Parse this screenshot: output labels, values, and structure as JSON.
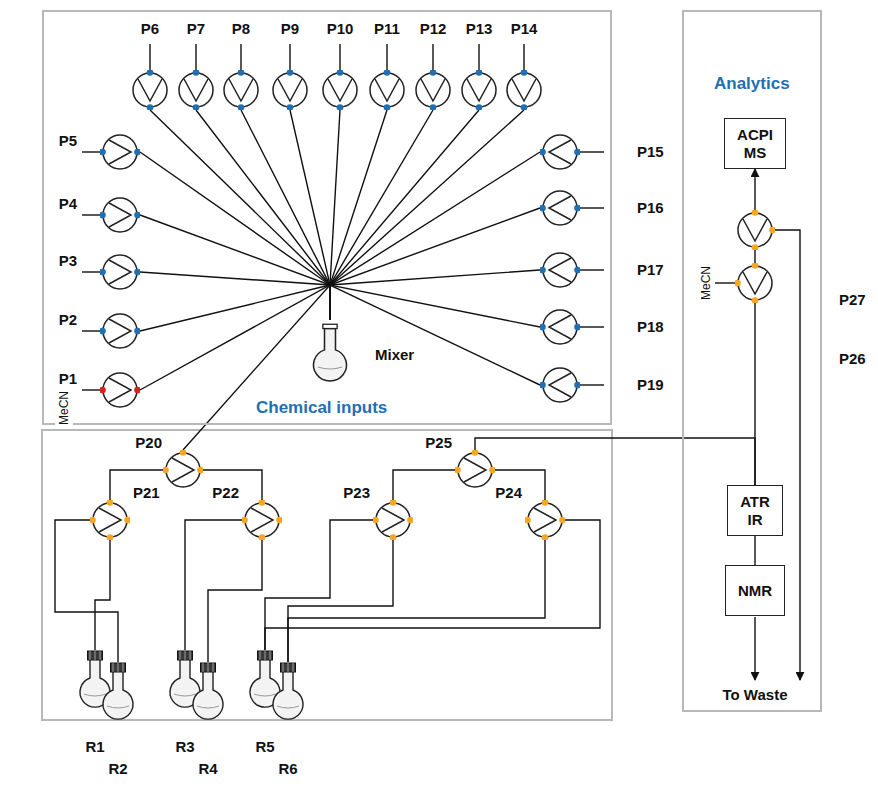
{
  "diagram": {
    "nodes": [
      {
        "text": [
          "Chemical inputs"
        ]
      },
      {
        "text": [
          "P1",
          "MeCN"
        ],
        "in": 0
      },
      {
        "text": [
          "P2"
        ],
        "in": 0
      },
      {
        "text": [
          "P3"
        ],
        "in": 0
      },
      {
        "text": [
          "P4"
        ],
        "in": 0
      },
      {
        "text": [
          "P5"
        ],
        "in": 0
      },
      {
        "text": [
          "P6"
        ],
        "in": 0
      },
      {
        "text": [
          "P7"
        ],
        "in": 0
      },
      {
        "text": [
          "P8"
        ],
        "in": 0
      },
      {
        "text": [
          "P9"
        ],
        "in": 0
      },
      {
        "text": [
          "P10"
        ],
        "in": 0
      },
      {
        "text": [
          "P11"
        ],
        "in": 0
      },
      {
        "text": [
          "P12"
        ],
        "in": 0
      },
      {
        "text": [
          "P13"
        ],
        "in": 0
      },
      {
        "text": [
          "P14"
        ],
        "in": 0
      },
      {
        "text": [
          "P15"
        ],
        "in": 0
      },
      {
        "text": [
          "P16"
        ],
        "in": 0
      },
      {
        "text": [
          "P17"
        ],
        "in": 0
      },
      {
        "text": [
          "P18"
        ],
        "in": 0
      },
      {
        "text": [
          "P19"
        ],
        "in": 0
      },
      {
        "text": [
          "Mixer"
        ],
        "in": 0
      },
      {
        "text": [
          "P20"
        ]
      },
      {
        "text": [
          "P21"
        ]
      },
      {
        "text": [
          "P22"
        ]
      },
      {
        "text": [
          "P23"
        ]
      },
      {
        "text": [
          "P24"
        ]
      },
      {
        "text": [
          "P25"
        ]
      },
      {
        "text": [
          "R1"
        ]
      },
      {
        "text": [
          "R2"
        ]
      },
      {
        "text": [
          "R3"
        ]
      },
      {
        "text": [
          "R4"
        ]
      },
      {
        "text": [
          "R5"
        ]
      },
      {
        "text": [
          "R6"
        ]
      },
      {
        "text": [
          "Analytics"
        ]
      },
      {
        "text": [
          "ACPI MS"
        ],
        "in": 33
      },
      {
        "text": [
          "P27"
        ],
        "in": 33
      },
      {
        "text": [
          "P26",
          "MeCN"
        ],
        "in": 33
      },
      {
        "text": [
          "ATR IR"
        ],
        "in": 33
      },
      {
        "text": [
          "NMR"
        ],
        "in": 33
      }
    ],
    "edges": [
      {
        "from": 1,
        "to": 20,
        "arrow": "none"
      },
      {
        "from": 2,
        "to": 20,
        "arrow": "none"
      },
      {
        "from": 3,
        "to": 20,
        "arrow": "none"
      },
      {
        "from": 4,
        "to": 20,
        "arrow": "none"
      },
      {
        "from": 5,
        "to": 20,
        "arrow": "none"
      },
      {
        "from": 6,
        "to": 20,
        "arrow": "none"
      },
      {
        "from": 7,
        "to": 20,
        "arrow": "none"
      },
      {
        "from": 8,
        "to": 20,
        "arrow": "none"
      },
      {
        "from": 9,
        "to": 20,
        "arrow": "none"
      },
      {
        "from": 10,
        "to": 20,
        "arrow": "none"
      },
      {
        "from": 11,
        "to": 20,
        "arrow": "none"
      },
      {
        "from": 12,
        "to": 20,
        "arrow": "none"
      },
      {
        "from": 13,
        "to": 20,
        "arrow": "none"
      },
      {
        "from": 14,
        "to": 20,
        "arrow": "none"
      },
      {
        "from": 15,
        "to": 20,
        "arrow": "none"
      },
      {
        "from": 16,
        "to": 20,
        "arrow": "none"
      },
      {
        "from": 17,
        "to": 20,
        "arrow": "none"
      },
      {
        "from": 18,
        "to": 20,
        "arrow": "none"
      },
      {
        "from": 19,
        "to": 20,
        "arrow": "none"
      },
      {
        "from": 20,
        "to": 21,
        "arrow": "none"
      },
      {
        "from": 21,
        "to": 22,
        "arrow": "none"
      },
      {
        "from": 21,
        "to": 23,
        "arrow": "none"
      },
      {
        "from": 26,
        "to": 24,
        "arrow": "none"
      },
      {
        "from": 26,
        "to": 25,
        "arrow": "none"
      },
      {
        "from": 22,
        "to": 27,
        "arrow": "none"
      },
      {
        "from": 22,
        "to": 28,
        "arrow": "none"
      },
      {
        "from": 23,
        "to": 29,
        "arrow": "none"
      },
      {
        "from": 23,
        "to": 30,
        "arrow": "none"
      },
      {
        "from": 24,
        "to": 31,
        "arrow": "none"
      },
      {
        "from": 24,
        "to": 32,
        "arrow": "none"
      },
      {
        "from": 25,
        "to": 31,
        "arrow": "none"
      },
      {
        "from": 25,
        "to": 32,
        "arrow": "none"
      },
      {
        "from": 26,
        "to": 37,
        "arrow": "none"
      },
      {
        "from": 36,
        "to": 37,
        "arrow": "none"
      },
      {
        "from": 37,
        "to": 38,
        "arrow": "none"
      },
      {
        "from": 36,
        "to": 35,
        "arrow": "none"
      },
      {
        "from": 35,
        "to": 34,
        "arrow": "to"
      }
    ],
    "labels": [
      "To Waste"
    ]
  }
}
